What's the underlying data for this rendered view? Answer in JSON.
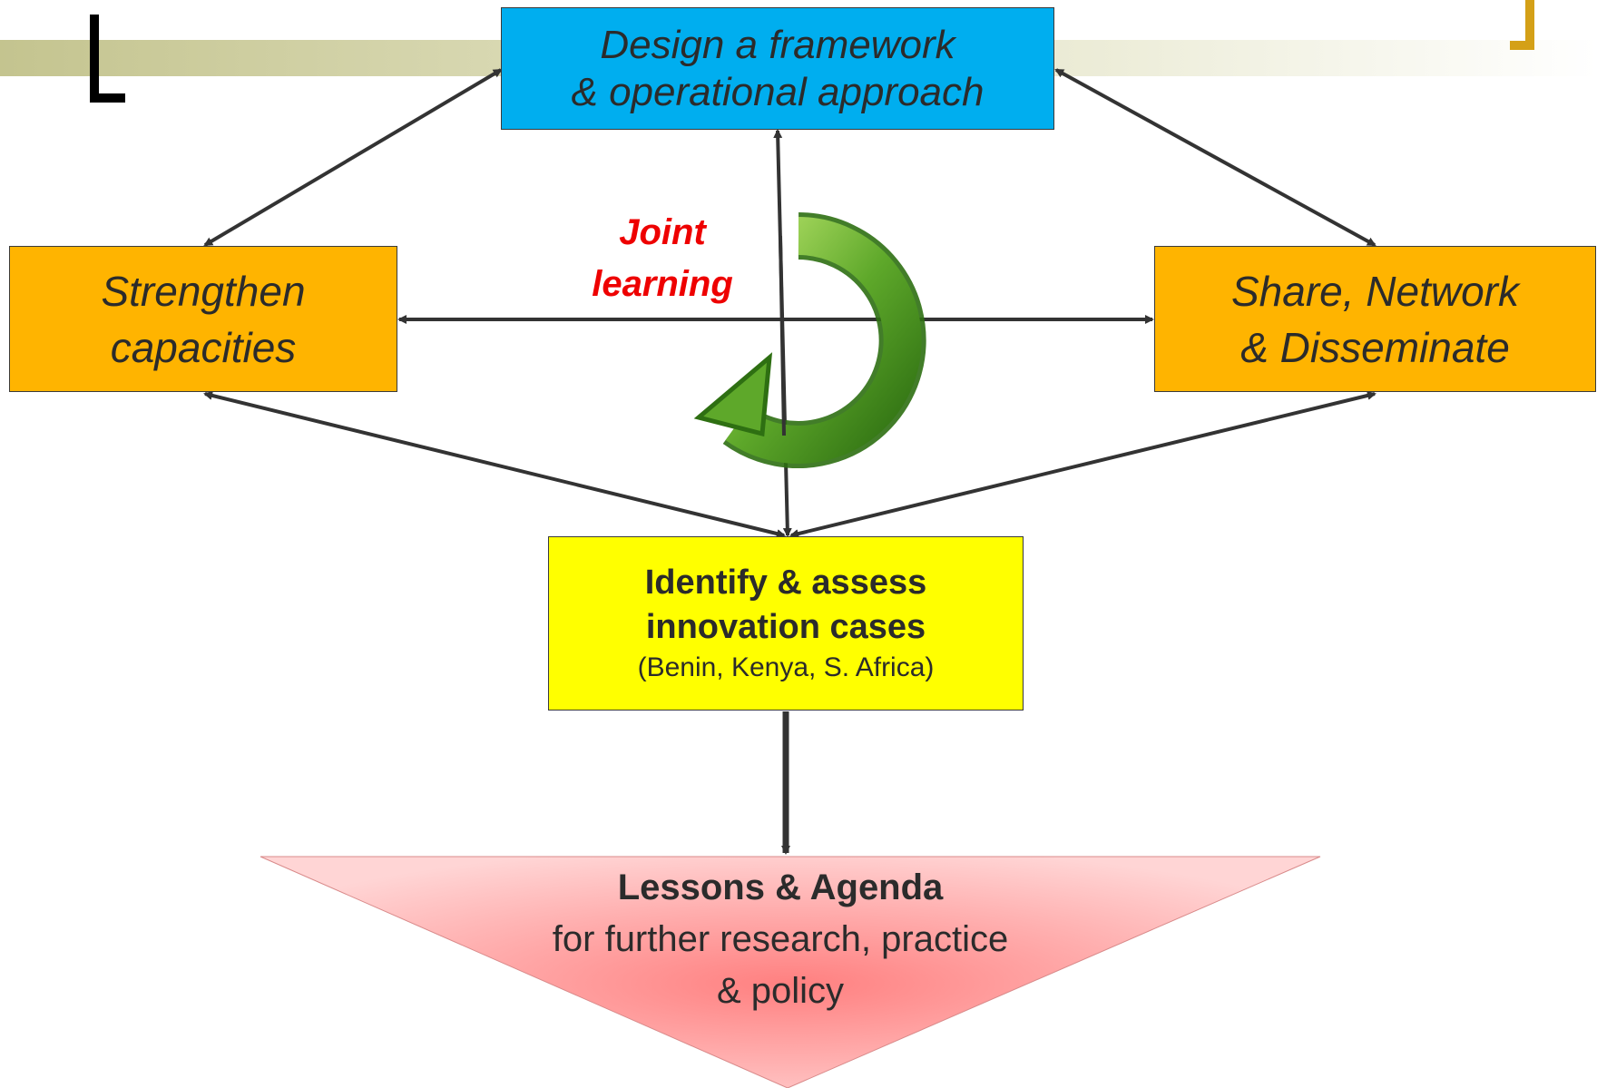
{
  "boxes": {
    "design": {
      "line1": "Design a framework",
      "line2": "& operational approach",
      "color": "#00aeef"
    },
    "strengthen": {
      "line1": "Strengthen",
      "line2": "capacities",
      "color": "#ffb400"
    },
    "share": {
      "line1": "Share, Network",
      "line2": "& Disseminate",
      "color": "#ffb400"
    },
    "identify": {
      "line1": "Identify & assess",
      "line2": "innovation cases",
      "line3": "(Benin, Kenya, S. Africa)",
      "color": "#ffff00"
    }
  },
  "center": {
    "line1": "Joint",
    "line2": "learning",
    "color": "#ee0000",
    "icon": "circular-arrow-icon"
  },
  "outcome": {
    "line1": "Lessons & Agenda",
    "line2": "for further research, practice",
    "line3": "& policy",
    "color": "#ff8a8a"
  },
  "decor": {
    "band_color": "#c9c99a",
    "corner_left_color": "#000000",
    "corner_right_color": "#d4a017"
  }
}
